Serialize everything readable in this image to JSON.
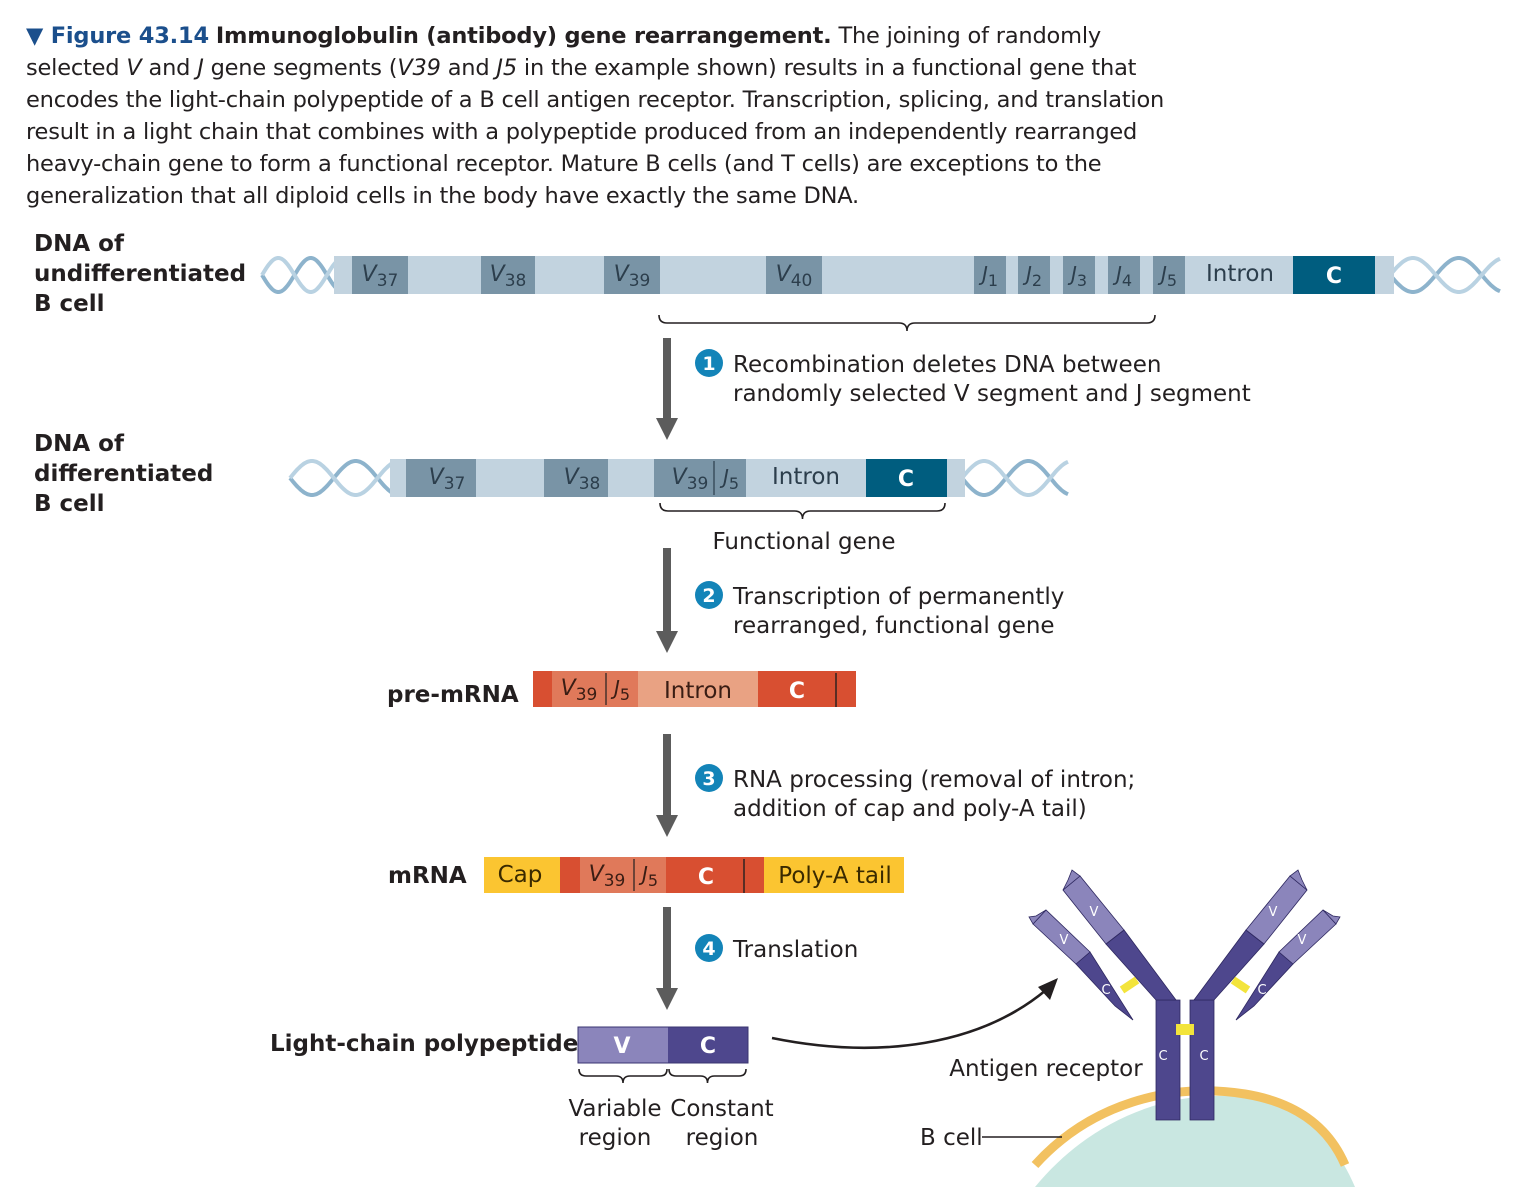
{
  "caption": {
    "figure_label": "▼ Figure 43.14",
    "title": "Immunoglobulin (antibody) gene rearrangement.",
    "text_1": "The joining of randomly selected ",
    "v_word": "V",
    "text_2": " and ",
    "j_word": "J",
    "text_3": " gene segments (",
    "v39": "V39",
    "text_4": " and ",
    "j5": "J5",
    "text_5": " in the example shown) results in a functional gene that encodes the light-chain polypeptide of a B cell antigen receptor. Transcription, splicing, and translation result in a light chain that combines with a polypeptide produced from an independently rearranged heavy-chain gene to form a functional receptor. Mature B cells (and T cells) are exceptions to the generalization that all diploid cells in the body have exactly the same DNA."
  },
  "labels": {
    "dna_undiff": [
      "DNA of",
      "undifferentiated",
      "B cell"
    ],
    "dna_diff": [
      "DNA of",
      "differentiated",
      "B cell"
    ],
    "pre_mrna": "pre-mRNA",
    "mrna": "mRNA",
    "light_chain": "Light-chain polypeptide"
  },
  "segments": {
    "undiff": {
      "v": [
        {
          "base": "V",
          "sub": "37"
        },
        {
          "base": "V",
          "sub": "38"
        },
        {
          "base": "V",
          "sub": "39"
        },
        {
          "base": "V",
          "sub": "40"
        }
      ],
      "j": [
        {
          "base": "J",
          "sub": "1"
        },
        {
          "base": "J",
          "sub": "2"
        },
        {
          "base": "J",
          "sub": "3"
        },
        {
          "base": "J",
          "sub": "4"
        },
        {
          "base": "J",
          "sub": "5"
        }
      ],
      "intron": "Intron",
      "c": "C"
    },
    "diff": {
      "v": [
        {
          "base": "V",
          "sub": "37"
        },
        {
          "base": "V",
          "sub": "38"
        },
        {
          "base": "V",
          "sub": "39"
        }
      ],
      "j": {
        "base": "J",
        "sub": "5"
      },
      "intron": "Intron",
      "c": "C",
      "functional_gene": "Functional gene"
    },
    "pre_mrna": {
      "v": {
        "base": "V",
        "sub": "39"
      },
      "j": {
        "base": "J",
        "sub": "5"
      },
      "intron": "Intron",
      "c": "C"
    },
    "mrna": {
      "cap": "Cap",
      "v": {
        "base": "V",
        "sub": "39"
      },
      "j": {
        "base": "J",
        "sub": "5"
      },
      "c": "C",
      "polya": "Poly-A tail"
    },
    "polypeptide": {
      "v": "V",
      "c": "C",
      "variable": [
        "Variable",
        "region"
      ],
      "constant": [
        "Constant",
        "region"
      ]
    }
  },
  "steps": [
    {
      "num": "1",
      "lines": [
        "Recombination deletes DNA between",
        "randomly selected V segment and J segment"
      ]
    },
    {
      "num": "2",
      "lines": [
        "Transcription of permanently",
        "rearranged, functional gene"
      ]
    },
    {
      "num": "3",
      "lines": [
        "RNA processing (removal of intron;",
        "addition of cap and poly-A tail)"
      ]
    },
    {
      "num": "4",
      "lines": [
        "Translation"
      ]
    }
  ],
  "receptor": {
    "label": "Antigen receptor",
    "b_cell": "B cell",
    "chain_labels": {
      "v": "V",
      "c": "C"
    }
  },
  "colors": {
    "dna_light": "#c2d3df",
    "dna_segment": "#7994a6",
    "dna_c": "#005d7f",
    "helix": "#8db3cc",
    "pre_mrna_dark": "#d84f31",
    "pre_mrna_mid": "#e0795a",
    "pre_mrna_light": "#e9a283",
    "mrna_yellow": "#fbc531",
    "poly_light": "#8b85bb",
    "poly_dark": "#4e478d",
    "step_circle": "#1384b8",
    "arrow": "#5c5c5c",
    "caption_blue": "#1b4f8c",
    "cell_fill": "#c9e7e1",
    "cell_border": "#f2c160",
    "disulfide": "#f3e43b"
  }
}
